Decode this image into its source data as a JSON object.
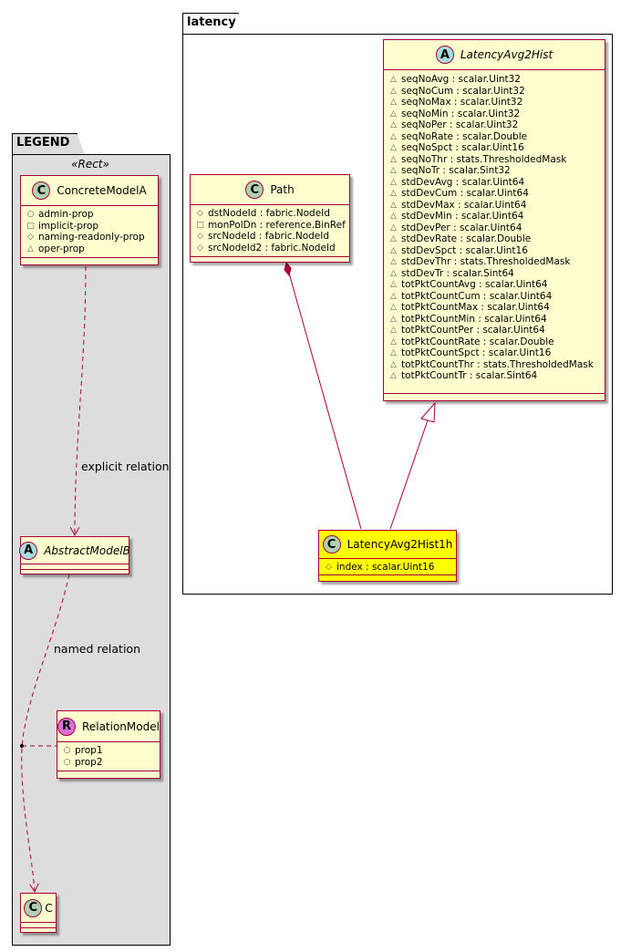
{
  "legend": {
    "title": "LEGEND",
    "stereotype": "«Rect»",
    "concrete_model": {
      "name": "ConcreteModelA",
      "kind": "C",
      "attrs": [
        {
          "vis": "public",
          "text": "admin-prop"
        },
        {
          "vis": "private",
          "text": "implicit-prop"
        },
        {
          "vis": "protected",
          "text": "naming-readonly-prop"
        },
        {
          "vis": "package",
          "text": "oper-prop"
        }
      ]
    },
    "abstract_model": {
      "name": "AbstractModelB",
      "kind": "A"
    },
    "relation_model": {
      "name": "RelationModel",
      "kind": "R",
      "attrs": [
        {
          "vis": "public",
          "text": "prop1"
        },
        {
          "vis": "public",
          "text": "prop2"
        }
      ]
    },
    "c_model": {
      "name": "C",
      "kind": "C"
    },
    "explicit_label": "explicit relation",
    "named_label": "named relation"
  },
  "latency": {
    "title": "latency",
    "path": {
      "name": "Path",
      "kind": "C",
      "attrs": [
        {
          "vis": "protected",
          "text": "dstNodeId : fabric.NodeId"
        },
        {
          "vis": "private",
          "text": "monPolDn : reference.BinRef"
        },
        {
          "vis": "protected",
          "text": "srcNodeId : fabric.NodeId"
        },
        {
          "vis": "protected",
          "text": "srcNodeId2 : fabric.NodeId"
        }
      ]
    },
    "avg2hist": {
      "name": "LatencyAvg2Hist",
      "kind": "A",
      "attrs": [
        {
          "vis": "package",
          "text": "seqNoAvg : scalar.Uint32"
        },
        {
          "vis": "package",
          "text": "seqNoCum : scalar.Uint32"
        },
        {
          "vis": "package",
          "text": "seqNoMax : scalar.Uint32"
        },
        {
          "vis": "package",
          "text": "seqNoMin : scalar.Uint32"
        },
        {
          "vis": "package",
          "text": "seqNoPer : scalar.Uint32"
        },
        {
          "vis": "package",
          "text": "seqNoRate : scalar.Double"
        },
        {
          "vis": "package",
          "text": "seqNoSpct : scalar.Uint16"
        },
        {
          "vis": "package",
          "text": "seqNoThr : stats.ThresholdedMask"
        },
        {
          "vis": "package",
          "text": "seqNoTr : scalar.Sint32"
        },
        {
          "vis": "package",
          "text": "stdDevAvg : scalar.Uint64"
        },
        {
          "vis": "package",
          "text": "stdDevCum : scalar.Uint64"
        },
        {
          "vis": "package",
          "text": "stdDevMax : scalar.Uint64"
        },
        {
          "vis": "package",
          "text": "stdDevMin : scalar.Uint64"
        },
        {
          "vis": "package",
          "text": "stdDevPer : scalar.Uint64"
        },
        {
          "vis": "package",
          "text": "stdDevRate : scalar.Double"
        },
        {
          "vis": "package",
          "text": "stdDevSpct : scalar.Uint16"
        },
        {
          "vis": "package",
          "text": "stdDevThr : stats.ThresholdedMask"
        },
        {
          "vis": "package",
          "text": "stdDevTr : scalar.Sint64"
        },
        {
          "vis": "package",
          "text": "totPktCountAvg : scalar.Uint64"
        },
        {
          "vis": "package",
          "text": "totPktCountCum : scalar.Uint64"
        },
        {
          "vis": "package",
          "text": "totPktCountMax : scalar.Uint64"
        },
        {
          "vis": "package",
          "text": "totPktCountMin : scalar.Uint64"
        },
        {
          "vis": "package",
          "text": "totPktCountPer : scalar.Uint64"
        },
        {
          "vis": "package",
          "text": "totPktCountRate : scalar.Double"
        },
        {
          "vis": "package",
          "text": "totPktCountSpct : scalar.Uint16"
        },
        {
          "vis": "package",
          "text": "totPktCountThr : stats.ThresholdedMask"
        },
        {
          "vis": "package",
          "text": "totPktCountTr : scalar.Sint64"
        }
      ]
    },
    "hist1h": {
      "name": "LatencyAvg2Hist1h",
      "kind": "C",
      "attrs": [
        {
          "vis": "protected",
          "text": "index : scalar.Uint16"
        }
      ]
    }
  },
  "colors": {
    "class_fill": "#fefece",
    "class_border": "#a80036",
    "highlight_fill": "#ffff00",
    "legend_bg": "#dddddd"
  }
}
